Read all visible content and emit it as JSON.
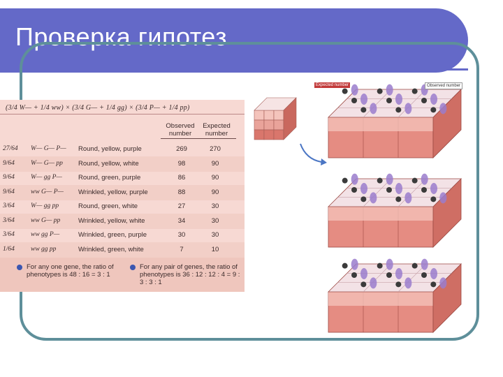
{
  "slide": {
    "title": "Проверка гипотез",
    "accent_color": "#6469c8",
    "frame_color": "#5e8f9a"
  },
  "table": {
    "cross_line": "(3/4 W— + 1/4 ww) × (3/4 G— + 1/4 gg) × (3/4 P— + 1/4 pp)",
    "headers": {
      "observed": "Observed number",
      "expected": "Expected number"
    },
    "rows": [
      {
        "fraction": "27/64",
        "genotype": "W— G— P—",
        "phenotype": "Round, yellow, purple",
        "observed": "269",
        "expected": "270"
      },
      {
        "fraction": "9/64",
        "genotype": "W— G— pp",
        "phenotype": "Round, yellow, white",
        "observed": "98",
        "expected": "90"
      },
      {
        "fraction": "9/64",
        "genotype": "W— gg P—",
        "phenotype": "Round, green, purple",
        "observed": "86",
        "expected": "90"
      },
      {
        "fraction": "9/64",
        "genotype": "ww G— P—",
        "phenotype": "Wrinkled, yellow, purple",
        "observed": "88",
        "expected": "90"
      },
      {
        "fraction": "3/64",
        "genotype": "W— gg pp",
        "phenotype": "Round, green, white",
        "observed": "27",
        "expected": "30"
      },
      {
        "fraction": "3/64",
        "genotype": "ww G— pp",
        "phenotype": "Wrinkled, yellow, white",
        "observed": "34",
        "expected": "30"
      },
      {
        "fraction": "3/64",
        "genotype": "ww gg P—",
        "phenotype": "Wrinkled, green, purple",
        "observed": "30",
        "expected": "30"
      },
      {
        "fraction": "1/64",
        "genotype": "ww gg pp",
        "phenotype": "Wrinkled, green, white",
        "observed": "7",
        "expected": "10"
      }
    ],
    "notes": [
      {
        "text": "For any one gene, the ratio of phenotypes is 48 : 16 = 3 : 1"
      },
      {
        "text": "For any pair of genes, the ratio of phenotypes is 36 : 12 : 12 : 4 = 9 : 3 : 3 : 1"
      }
    ]
  },
  "diagram": {
    "expected_label": "Expected number",
    "observed_label": "Observed number"
  }
}
